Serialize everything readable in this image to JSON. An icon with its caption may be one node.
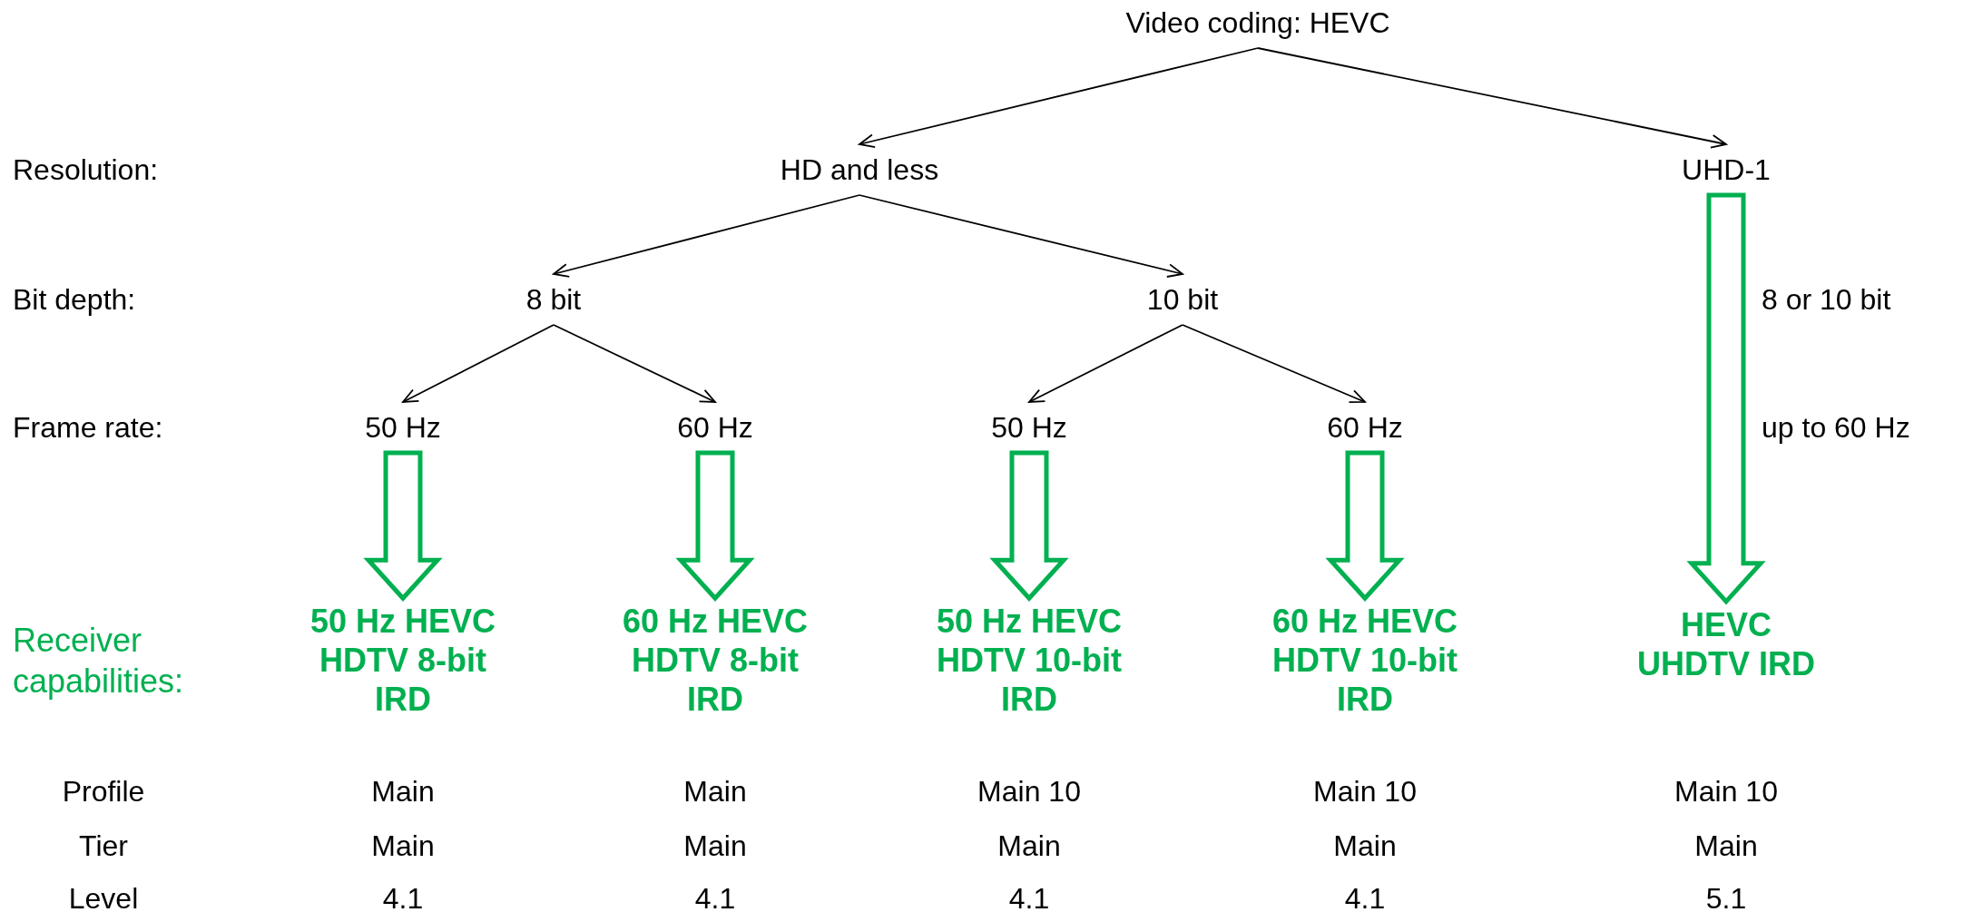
{
  "diagram": {
    "nodes": [
      {
        "text": [
          "Video coding: HEVC"
        ]
      },
      {
        "text": [
          "HD and less"
        ]
      },
      {
        "text": [
          "UHD-1"
        ]
      },
      {
        "text": [
          "8 bit"
        ]
      },
      {
        "text": [
          "10 bit"
        ]
      },
      {
        "text": [
          "50 Hz"
        ]
      },
      {
        "text": [
          "60 Hz"
        ]
      },
      {
        "text": [
          "50 Hz"
        ]
      },
      {
        "text": [
          "60 Hz"
        ]
      },
      {
        "text": [
          "50 Hz HEVC HDTV 8-bit IRD"
        ]
      },
      {
        "text": [
          "60 Hz HEVC HDTV 8-bit IRD"
        ]
      },
      {
        "text": [
          "50 Hz HEVC HDTV 10-bit IRD"
        ]
      },
      {
        "text": [
          "60 Hz HEVC HDTV 10-bit IRD"
        ]
      },
      {
        "text": [
          "HEVC UHDTV IRD"
        ]
      }
    ],
    "edges": [
      {
        "from": 0,
        "to": 1,
        "arrow": "to"
      },
      {
        "from": 0,
        "to": 2,
        "arrow": "to"
      },
      {
        "from": 1,
        "to": 3,
        "arrow": "to"
      },
      {
        "from": 1,
        "to": 4,
        "arrow": "to"
      },
      {
        "from": 3,
        "to": 5,
        "arrow": "to"
      },
      {
        "from": 3,
        "to": 6,
        "arrow": "to"
      },
      {
        "from": 4,
        "to": 7,
        "arrow": "to"
      },
      {
        "from": 4,
        "to": 8,
        "arrow": "to"
      },
      {
        "from": 2,
        "to": 13,
        "arrow": "to",
        "style": "thick",
        "color": "#00b050"
      },
      {
        "from": 5,
        "to": 9,
        "arrow": "to",
        "style": "thick",
        "color": "#00b050"
      },
      {
        "from": 6,
        "to": 10,
        "arrow": "to",
        "style": "thick",
        "color": "#00b050"
      },
      {
        "from": 7,
        "to": 11,
        "arrow": "to",
        "style": "thick",
        "color": "#00b050"
      },
      {
        "from": 8,
        "to": 12,
        "arrow": "to",
        "style": "thick",
        "color": "#00b050"
      }
    ],
    "labels": [
      "Resolution:",
      "Bit depth:",
      "8 or 10 bit",
      "Frame rate:",
      "up to 60 Hz",
      "Receiver capabilities:",
      "Profile",
      "Main",
      "Main",
      "Main 10",
      "Main 10",
      "Main 10",
      "Tier",
      "Main",
      "Main",
      "Main",
      "Main",
      "Main",
      "Level",
      "4.1",
      "4.1",
      "4.1",
      "4.1",
      "5.1"
    ]
  }
}
